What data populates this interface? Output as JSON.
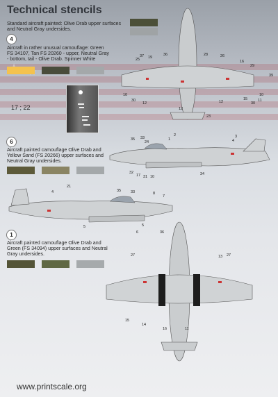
{
  "page": {
    "title": "Technical stencils",
    "website": "www.printscale.org"
  },
  "schemes": [
    {
      "number": "",
      "text": "Standard aircraft painted: Olive Drab upper surfaces and Neutral Gray undersides.",
      "swatches": [
        "#4b4f38",
        "#9fa3a5"
      ]
    },
    {
      "number": "4",
      "text": "Aircraft in rather unusual camouflage: Green FS 34107, Tan FS 20260 - upper, Neutral Gray - bottom, tail - Olive Drab. Spinner White",
      "swatches": [
        "#f4c24e",
        "#494c3b",
        "#a4a8aa"
      ]
    },
    {
      "number": "6",
      "text": "Aircraft painted camouflage Olive Drab and Yellow Sand (FS 20266) upper surfaces and Neutral Gray undersides.",
      "swatches": [
        "#5d5a3a",
        "#8a8463",
        "#a4a8aa"
      ]
    },
    {
      "number": "1",
      "text": "Aircraft painted camouflage Olive Drab and Green (FS 34094) upper surfaces and Neutral Gray undersides.",
      "swatches": [
        "#545437",
        "#5f6843",
        "#a6aaac"
      ]
    }
  ],
  "insert_label": "17 ; 22",
  "callouts": {
    "plan1": [
      "25",
      "37",
      "19",
      "36",
      "28",
      "26",
      "16",
      "29",
      "39",
      "10",
      "30",
      "12",
      "12",
      "12",
      "30",
      "15",
      "23",
      "10",
      "11"
    ],
    "side1": [
      "35",
      "33",
      "24",
      "2",
      "1",
      "3",
      "4",
      "32",
      "31",
      "10",
      "17",
      "34"
    ],
    "side2": [
      "21",
      "4",
      "35",
      "33",
      "8",
      "7",
      "5",
      "6",
      "36",
      "5"
    ],
    "plan2": [
      "27",
      "13",
      "27",
      "15",
      "14",
      "16",
      "11"
    ]
  }
}
